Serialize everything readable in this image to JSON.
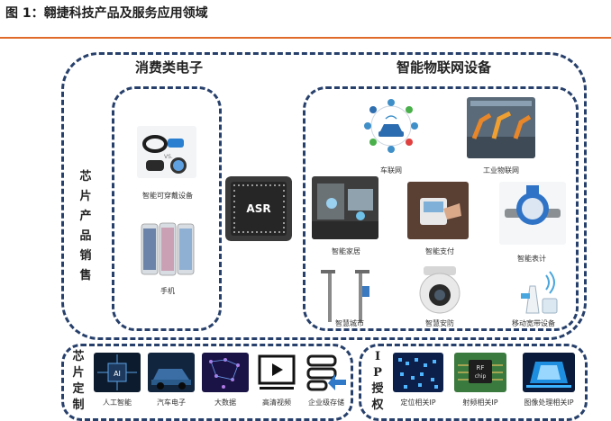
{
  "figure_title": "图 1：翱捷科技产品及服务应用领域",
  "sections": {
    "chip_products": {
      "label_chars": [
        "芯",
        "片",
        "产",
        "品",
        "销",
        "售"
      ]
    },
    "consumer_electronics": {
      "title": "消费类电子",
      "items": [
        {
          "caption": "智能可穿戴设备",
          "icon": "wearable-icon"
        },
        {
          "caption": "手机",
          "icon": "smartphone-icon"
        }
      ]
    },
    "center_chip": {
      "logo_text": "ASR",
      "icon": "asr-chip-icon"
    },
    "iot": {
      "title": "智能物联网设备",
      "items": [
        {
          "caption": "车联网",
          "icon": "connected-car-icon"
        },
        {
          "caption": "工业物联网",
          "icon": "industrial-iot-icon"
        },
        {
          "caption": "智能家居",
          "icon": "smart-home-icon"
        },
        {
          "caption": "智能支付",
          "icon": "smart-payment-icon"
        },
        {
          "caption": "智能表计",
          "icon": "smart-meter-icon"
        },
        {
          "caption": "智慧城市",
          "icon": "smart-city-icon"
        },
        {
          "caption": "智慧安防",
          "icon": "security-camera-icon"
        },
        {
          "caption": "移动宽带设备",
          "icon": "mobile-broadband-icon"
        }
      ]
    },
    "chip_customization": {
      "label_chars": [
        "芯",
        "片",
        "定",
        "制"
      ],
      "items": [
        {
          "caption": "人工智能",
          "icon": "ai-chip-icon"
        },
        {
          "caption": "汽车电子",
          "icon": "car-electronics-icon"
        },
        {
          "caption": "大数据",
          "icon": "big-data-icon"
        },
        {
          "caption": "高清视频",
          "icon": "video-play-icon"
        },
        {
          "caption": "企业级存储",
          "icon": "storage-icon"
        }
      ]
    },
    "ip_licensing": {
      "label_chars": [
        "I",
        "P",
        "授",
        "权"
      ],
      "items": [
        {
          "caption": "定位相关IP",
          "icon": "positioning-ip-icon",
          "chip_text": ""
        },
        {
          "caption": "射频相关IP",
          "icon": "rf-ip-icon",
          "chip_text": "RF\nchip"
        },
        {
          "caption": "图像处理相关IP",
          "icon": "image-processing-ip-icon",
          "chip_text": ""
        }
      ]
    }
  },
  "colors": {
    "accent_rule": "#e06a2a",
    "dashed_border": "#27406b"
  }
}
